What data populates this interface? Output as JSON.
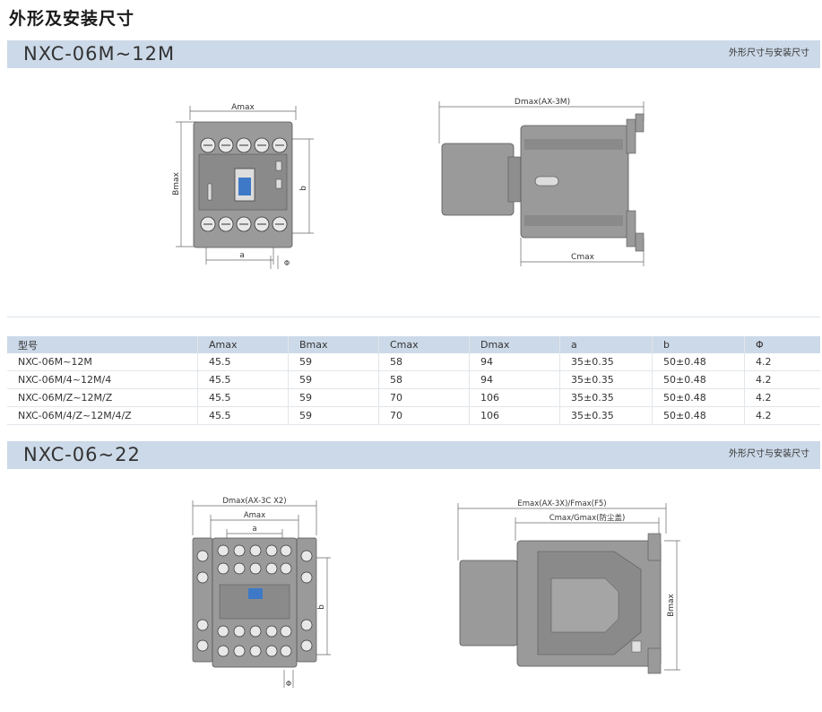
{
  "page": {
    "title": "外形及安装尺寸"
  },
  "sections": [
    {
      "model": "NXC-06M~12M",
      "tag": "外形尺寸与安装尺寸"
    },
    {
      "model": "NXC-06~22",
      "tag": "外形尺寸与安装尺寸"
    }
  ],
  "diagram1": {
    "front": {
      "top_label": "Amax",
      "left_label": "Bmax",
      "right_label": "b",
      "bottom_label": "a",
      "phi_label": "Φ"
    },
    "side": {
      "top_label": "Dmax(AX-3M)",
      "bottom_label": "Cmax"
    }
  },
  "table": {
    "headers": [
      "型号",
      "Amax",
      "Bmax",
      "Cmax",
      "Dmax",
      "a",
      "b",
      "Φ"
    ],
    "rows": [
      [
        "NXC-06M~12M",
        "45.5",
        "59",
        "58",
        "94",
        "35±0.35",
        "50±0.48",
        "4.2"
      ],
      [
        "NXC-06M/4~12M/4",
        "45.5",
        "59",
        "58",
        "94",
        "35±0.35",
        "50±0.48",
        "4.2"
      ],
      [
        "NXC-06M/Z~12M/Z",
        "45.5",
        "59",
        "70",
        "106",
        "35±0.35",
        "50±0.48",
        "4.2"
      ],
      [
        "NXC-06M/4/Z~12M/4/Z",
        "45.5",
        "59",
        "70",
        "106",
        "35±0.35",
        "50±0.48",
        "4.2"
      ]
    ]
  },
  "diagram2": {
    "front": {
      "top_label": "Dmax(AX-3C X2)",
      "mid_label": "Amax",
      "inner_label": "a",
      "right_label": "b",
      "phi_label": "Φ"
    },
    "side": {
      "top_label": "Emax(AX-3X)/Fmax(F5)",
      "mid_label": "Cmax/Gmax(防尘盖)",
      "right_label": "Bmax"
    }
  },
  "colors": {
    "band": "#ccd9e8",
    "body": "#9a9a9a",
    "body_dark": "#7a7a7a",
    "accent_blue": "#3e79c7"
  }
}
